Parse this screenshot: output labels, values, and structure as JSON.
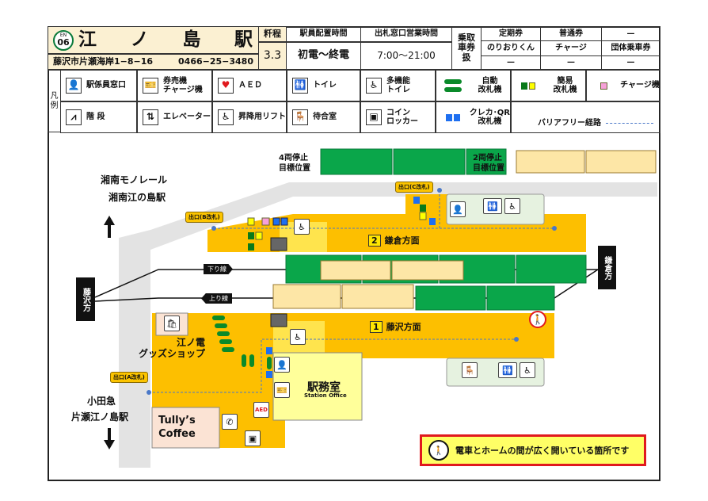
{
  "header": {
    "line_code": "EN",
    "station_number": "06",
    "station_name": [
      "江",
      "ノ",
      "島",
      "駅"
    ],
    "address": "藤沢市片瀬海岸1−8−16",
    "phone": "0466−25−3480",
    "distance_label": "粁程",
    "distance": "3.3",
    "staff_label": "駅員配置時間",
    "staff_hours": "初電〜終電",
    "ticket_office_label": "出札窓口営業時間",
    "ticket_office_hours": "7:00〜21:00",
    "ticket_types_label": "乗取車券扱",
    "ticket_grid": [
      [
        "定期券",
        "普通券",
        "—"
      ],
      [
        "のりおりくん",
        "チャージ",
        "団体乗車券"
      ],
      [
        "—",
        "—",
        "—"
      ]
    ]
  },
  "legend": {
    "label": "凡例",
    "items": [
      {
        "icon": "staff-window-icon",
        "label": "駅係員窓口"
      },
      {
        "icon": "ticket-machine-icon",
        "label": "券売機\nチャージ機"
      },
      {
        "icon": "aed-icon",
        "label": "ＡＥＤ"
      },
      {
        "icon": "toilet-icon",
        "label": "トイレ"
      },
      {
        "icon": "accessible-toilet-icon",
        "label": "多機能\nトイレ"
      },
      {
        "icon": "automatic-gate-icon",
        "label": "自動\n改札機"
      },
      {
        "icon": "simple-gate-icon",
        "label": "簡易\n改札機"
      },
      {
        "icon": "charge-machine-icon",
        "label": "チャージ機"
      },
      {
        "icon": "stairs-icon",
        "label": "階 段"
      },
      {
        "icon": "elevator-icon",
        "label": "エレベーター"
      },
      {
        "icon": "wheelchair-lift-icon",
        "label": "昇降用リフト"
      },
      {
        "icon": "waiting-room-icon",
        "label": "待合室"
      },
      {
        "icon": "coin-locker-icon",
        "label": "コイン\nロッカー"
      },
      {
        "icon": "credit-qr-gate-icon",
        "label": "クレカ･QR\n改札機"
      },
      {
        "icon": "barrier-free-route-icon",
        "label": "バリアフリー経路"
      }
    ]
  },
  "map": {
    "stop4": "4両停止\n目標位置",
    "stop2": "2両停止\n目標位置",
    "monorail": "湘南モノレール",
    "monorail_station": "湘南江の島駅",
    "fujisawa_dir": "藤沢方",
    "kamakura_dir": "鎌倉方",
    "exit_b": "出口(B改札)",
    "exit_c": "出口(C改札)",
    "exit_a": "出口(A改札)",
    "down_line": "下り線",
    "up_line": "上り線",
    "platform2_no": "2",
    "platform2": "鎌倉方面",
    "platform1_no": "1",
    "platform1": "藤沢方面",
    "goods_shop": "江ノ電\nグッズショップ",
    "odakyu": "小田急",
    "odakyu_station": "片瀬江ノ島駅",
    "cafe": "Tully’s\nCoffee",
    "office": "駅務室",
    "office_en": "Station Office",
    "gap_warning": "電車とホームの間が広く開いている箇所です"
  },
  "colors": {
    "platform": "#fdbf00",
    "train_green": "#0aa64a",
    "train_cream": "#fde6a6",
    "route": "#4a78c8",
    "warning": "#e0191e"
  }
}
